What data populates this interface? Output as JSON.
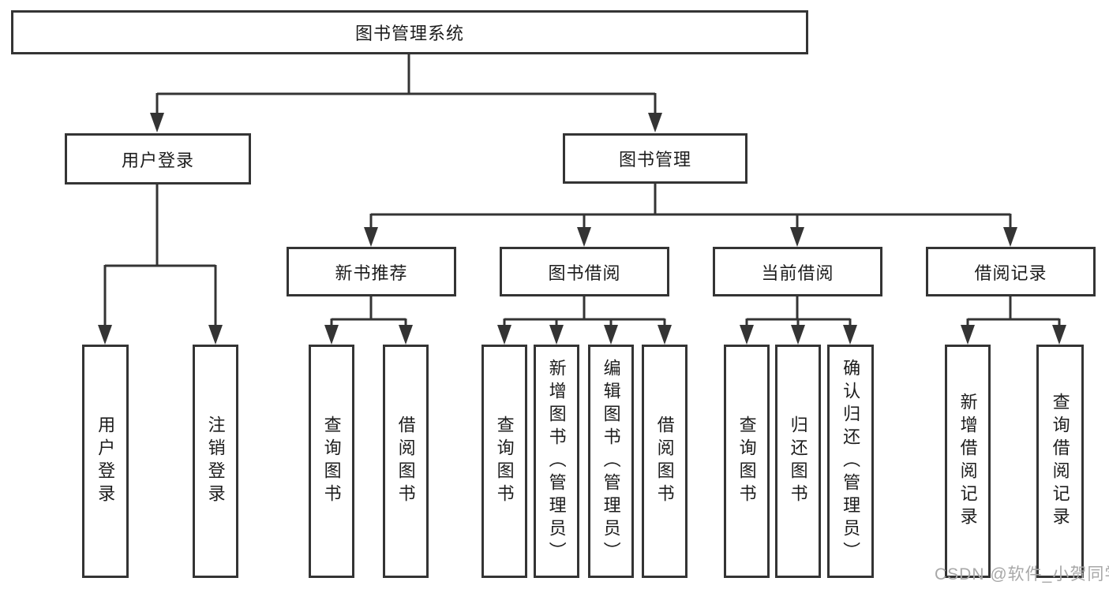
{
  "watermark": "CSDN @软件_小贺同学",
  "tree": {
    "root": "图书管理系统",
    "branches": [
      {
        "label": "用户登录",
        "children": [
          {
            "label": "用户登录"
          },
          {
            "label": "注销登录"
          }
        ]
      },
      {
        "label": "图书管理",
        "children": [
          {
            "label": "新书推荐",
            "children": [
              {
                "label": "查询图书"
              },
              {
                "label": "借阅图书"
              }
            ]
          },
          {
            "label": "图书借阅",
            "children": [
              {
                "label": "查询图书"
              },
              {
                "label": "新增图书（管理员）"
              },
              {
                "label": "编辑图书（管理员）"
              },
              {
                "label": "借阅图书"
              }
            ]
          },
          {
            "label": "当前借阅",
            "children": [
              {
                "label": "查询图书"
              },
              {
                "label": "归还图书"
              },
              {
                "label": "确认归还（管理员）"
              }
            ]
          },
          {
            "label": "借阅记录",
            "children": [
              {
                "label": "新增借阅记录"
              },
              {
                "label": "查询借阅记录"
              }
            ]
          }
        ]
      }
    ]
  },
  "colors": {
    "line": "#343434",
    "text": "#1c1c1c",
    "watermark": "#a8a8a8"
  }
}
